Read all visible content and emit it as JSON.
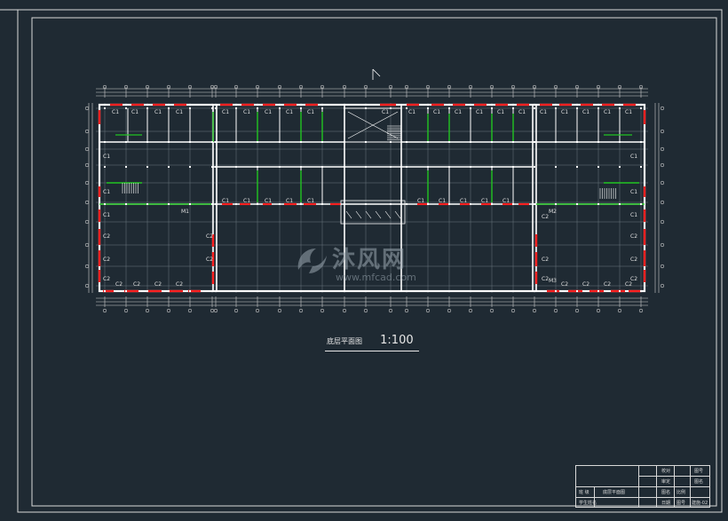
{
  "drawing": {
    "title": "底层平面图",
    "scale": "1:100"
  },
  "watermark": {
    "name": "沐风网",
    "url": "www.mfcad.com"
  },
  "plan_labels": {
    "window_c1": "C1",
    "window_c2": "C2",
    "door_m1": "M1",
    "door_m2": "M2",
    "door_m3": "M3"
  },
  "title_block": {
    "r1c1": "校对",
    "r1c2": "图号",
    "r2c1": "审定",
    "r2c2": "图名",
    "r3c1": "图名",
    "r3c2": "比例",
    "r4c1": "日期",
    "r4c2": "图号",
    "r4c3": "建施-02",
    "left_top": "班  级",
    "left_mid": "底层平面图",
    "left_bot": "学生姓名"
  },
  "colors": {
    "background": "#1f2a33",
    "wall": "#ffffff",
    "window": "#ff2020",
    "green_wall": "#22c422",
    "dimension": "#cfcfcf",
    "axis_bubble": "#d0d0d0"
  }
}
